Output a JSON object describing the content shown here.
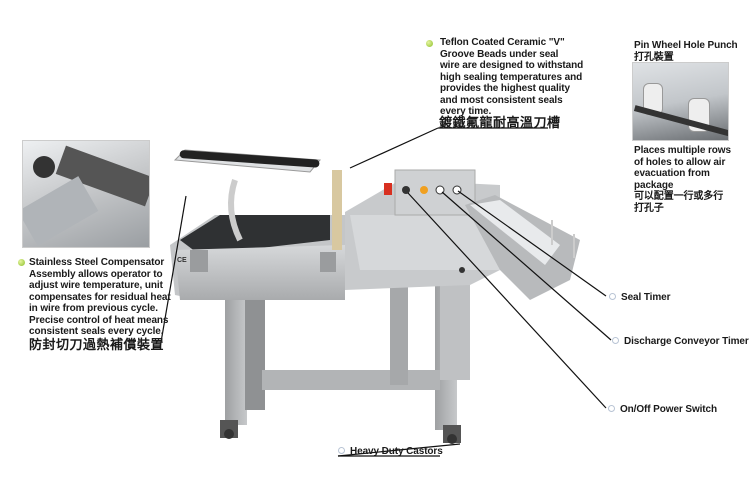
{
  "callouts": {
    "teflon": {
      "text": [
        "Teflon Coated Ceramic \"V\"",
        "Groove Beads under seal",
        "wire are designed to withstand",
        "high sealing temperatures and",
        "provides the highest quality",
        "and most consistent seals",
        "every time."
      ],
      "chinese": "鍍鐵氟龍耐高溫刀槽"
    },
    "pin_wheel": {
      "title": "Pin Wheel Hole Punch",
      "title_chinese": "打孔裝置",
      "text": [
        "Places multiple rows",
        "of holes to allow air",
        "evacuation from",
        "package"
      ],
      "chinese": [
        "可以配置一行或多行",
        "打孔子"
      ]
    },
    "compensator": {
      "text": [
        "Stainless Steel Compensator",
        "Assembly allows operator to",
        "adjust wire temperature, unit",
        "compensates for residual heat",
        "in wire from previous cycle.",
        "Precise control of heat means",
        "consistent seals every cycle."
      ],
      "chinese": "防封切刀過熱補償裝置"
    },
    "seal_timer": "Seal Timer",
    "discharge_timer": "Discharge Conveyor Timer",
    "power_switch": "On/Off Power Switch",
    "castors": "Heavy Duty Castors"
  },
  "machine_mark": "CE",
  "colors": {
    "bullet_green": "#8cbf2a",
    "machine_grey": "#b9bbbd",
    "knob_orange": "#f0a020",
    "estop_red": "#d83020"
  }
}
